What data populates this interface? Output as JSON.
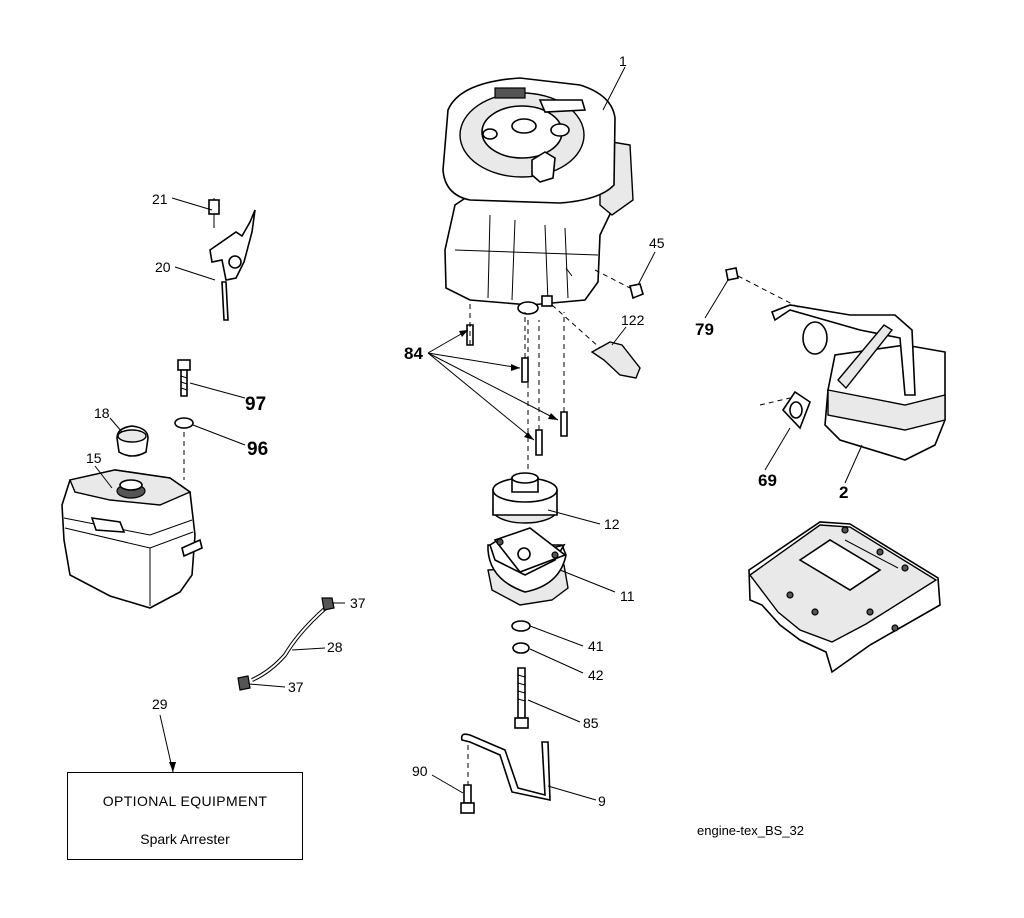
{
  "callouts": {
    "c1": "1",
    "c21": "21",
    "c20": "20",
    "c45": "45",
    "c79": "79",
    "c122": "122",
    "c84": "84",
    "c18": "18",
    "c97": "97",
    "c96": "96",
    "c15": "15",
    "c69": "69",
    "c2": "2",
    "c12": "12",
    "c11": "11",
    "c37a": "37",
    "c28": "28",
    "c37b": "37",
    "c41": "41",
    "c42": "42",
    "c85": "85",
    "c29": "29",
    "c90": "90",
    "c9": "9"
  },
  "optional_box": {
    "title": "OPTIONAL EQUIPMENT",
    "subtitle": "Spark Arrester"
  },
  "caption": "engine-tex_BS_32"
}
